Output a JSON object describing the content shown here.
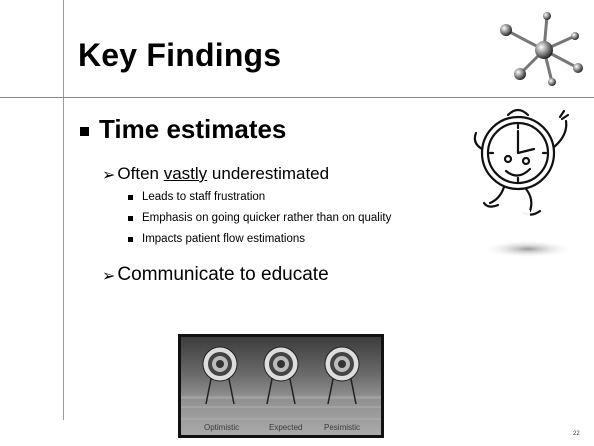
{
  "slide": {
    "title": "Key Findings",
    "bullet_l1": "Time estimates",
    "item_1": {
      "prefix": "Often ",
      "emphasis": "vastly",
      "suffix": " underestimated",
      "subitems": [
        "Leads to staff frustration",
        "Emphasis on going quicker rather than on quality",
        "Impacts patient flow estimations"
      ]
    },
    "item_2": "Communicate to educate",
    "targets": {
      "labels": [
        "Optimistic",
        "Expected",
        "Pesimistic"
      ]
    },
    "page_number": "22"
  },
  "icons": {
    "molecule": "molecule-icon",
    "clock": "running-clock-clipart",
    "arrow": "arrow-bullet-icon"
  },
  "colors": {
    "divider": "#8a8a8a",
    "text": "#000000"
  }
}
